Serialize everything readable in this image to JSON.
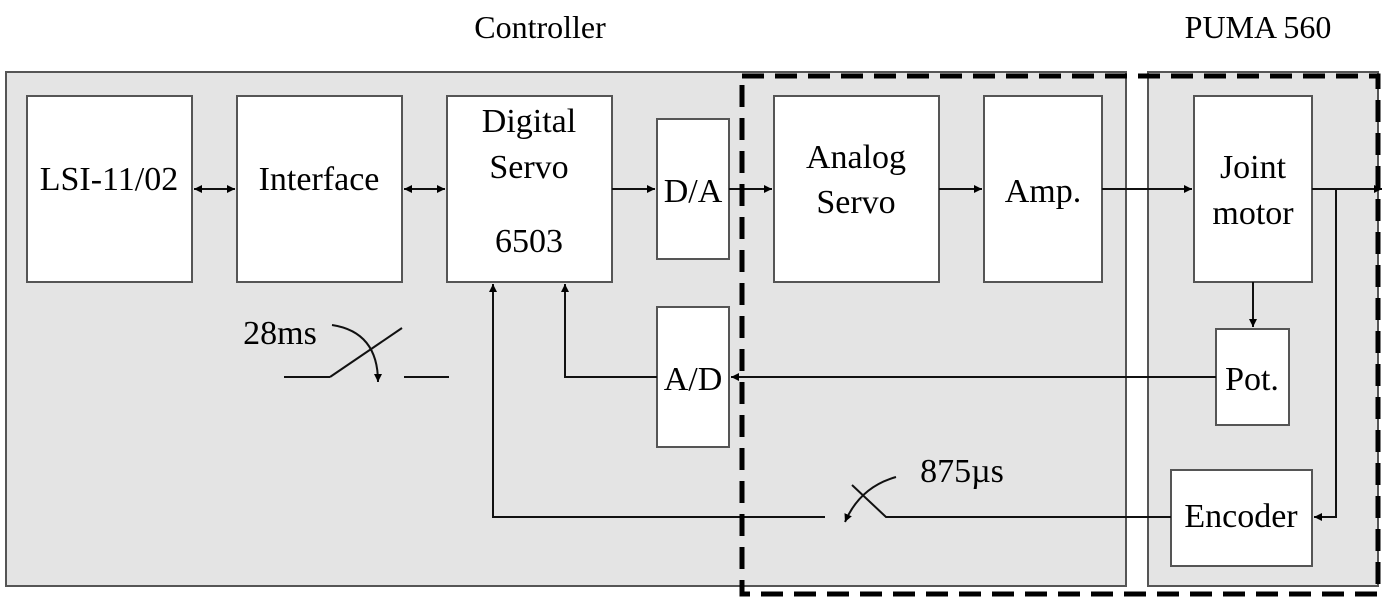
{
  "titles": {
    "controller": "Controller",
    "robot": "PUMA 560"
  },
  "blocks": {
    "lsi": "LSI-11/02",
    "interface": "Interface",
    "digital_servo_line1": "Digital",
    "digital_servo_line2": "Servo",
    "digital_servo_line3": "6503",
    "da": "D/A",
    "ad": "A/D",
    "analog_servo_line1": "Analog",
    "analog_servo_line2": "Servo",
    "amp": "Amp.",
    "joint_motor_line1": "Joint",
    "joint_motor_line2": "motor",
    "pot": "Pot.",
    "encoder": "Encoder"
  },
  "switches": {
    "slow_period": "28ms",
    "fast_period": "875µs"
  }
}
